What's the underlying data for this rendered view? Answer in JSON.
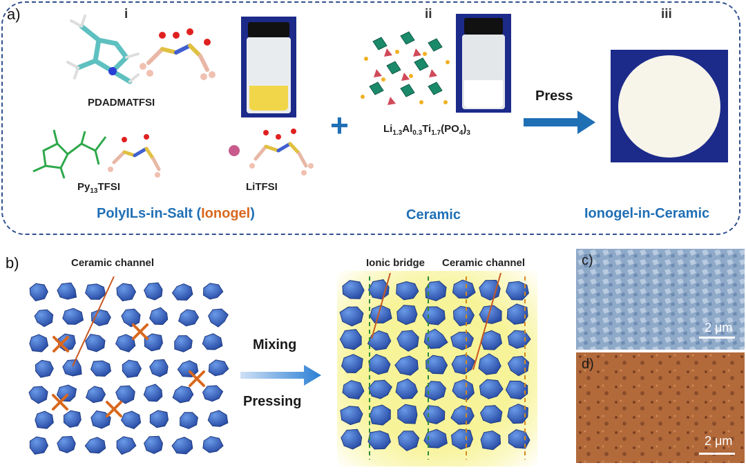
{
  "panel_a": {
    "letter": "a)",
    "sub_i": "i",
    "sub_ii": "ii",
    "sub_iii": "iii",
    "mol_pdadma": "PDADMATFSI",
    "mol_py_prefix": "Py",
    "mol_py_sub": "13",
    "mol_py_suffix": "TFSI",
    "mol_litfsi": "LiTFSI",
    "formula": {
      "li": "Li",
      "li_sub": "1.3",
      "al": "Al",
      "al_sub": "0.3",
      "ti": "Ti",
      "ti_sub": "1.7",
      "po": "(PO",
      "po_sub": "4",
      "close": ")",
      "close_sub": "3"
    },
    "plus": "+",
    "press_label": "Press",
    "caption_left_1": "PolyILs-in-Salt (",
    "caption_left_2": "Ionogel",
    "caption_left_3": ")",
    "caption_mid": "Ceramic",
    "caption_right": "Ionogel-in-Ceramic"
  },
  "panel_b": {
    "letter": "b)",
    "left_callout": "Ceramic channel",
    "mixing": "Mixing",
    "pressing": "Pressing",
    "right_callout_bridge": "Ionic bridge",
    "right_callout_channel": "Ceramic channel"
  },
  "panel_c": {
    "letter": "c)",
    "scale": "2 μm"
  },
  "panel_d": {
    "letter": "d)",
    "scale": "2 μm"
  },
  "colors": {
    "frame": "#2f4f8f",
    "caption_blue": "#1f6fb5",
    "ionogel_orange": "#d9681e",
    "particle_blue": "#3f6fc4",
    "cross_orange": "#d9681e",
    "glow_yellow": "#f3ee7a",
    "sem_blue": "#8aa6c8",
    "sem_brown": "#b0683a"
  }
}
